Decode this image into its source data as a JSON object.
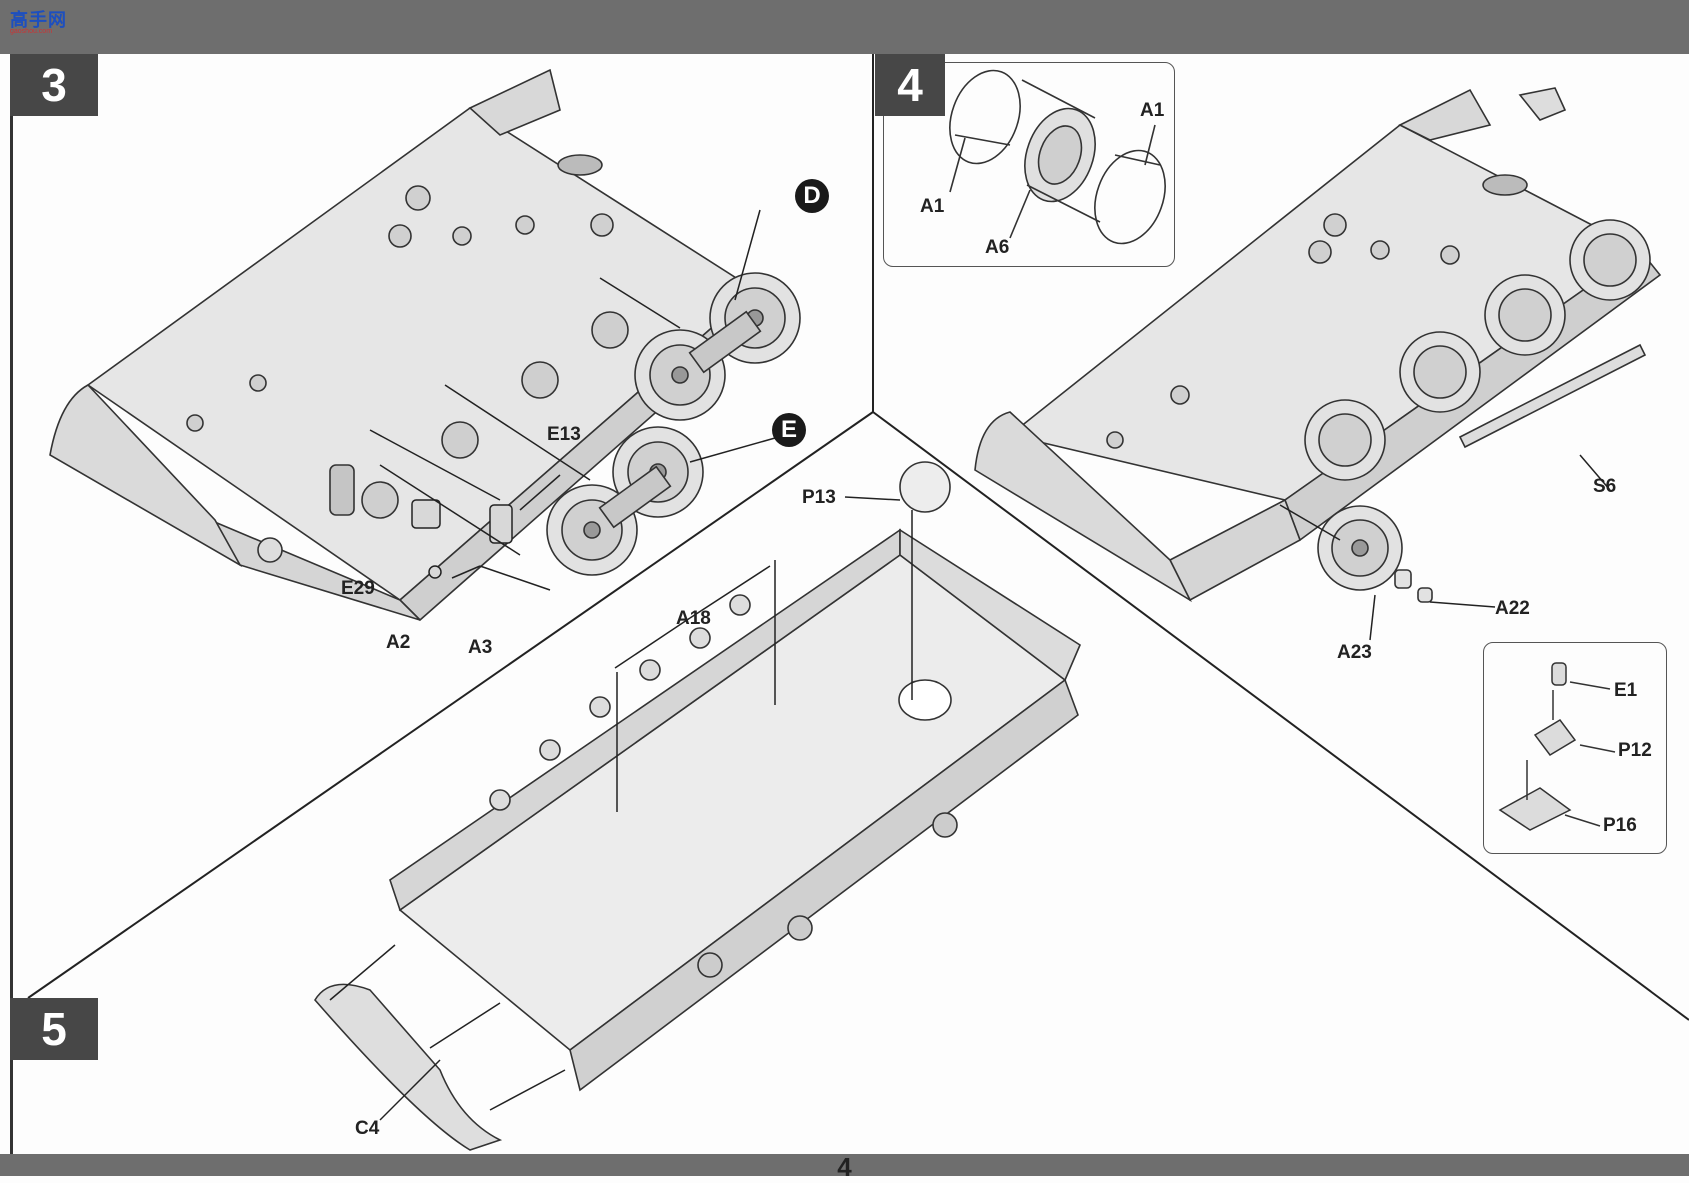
{
  "header": {
    "logo_text": "高手网",
    "logo_url": "gaoshou.com"
  },
  "page_number": "4",
  "steps": {
    "s3": "3",
    "s4": "4",
    "s5": "5"
  },
  "subassemblies": {
    "d": "D",
    "e": "E"
  },
  "step3_labels": {
    "e13": "E13",
    "e29": "E29",
    "a2": "A2",
    "a3": "A3"
  },
  "step4_labels": {
    "a1_left": "A1",
    "a1_right": "A1",
    "a6": "A6",
    "s6": "S6",
    "a22": "A22",
    "a23": "A23",
    "e1": "E1",
    "p12": "P12",
    "p16": "P16"
  },
  "step5_labels": {
    "p13": "P13",
    "a18": "A18",
    "c4": "C4"
  }
}
